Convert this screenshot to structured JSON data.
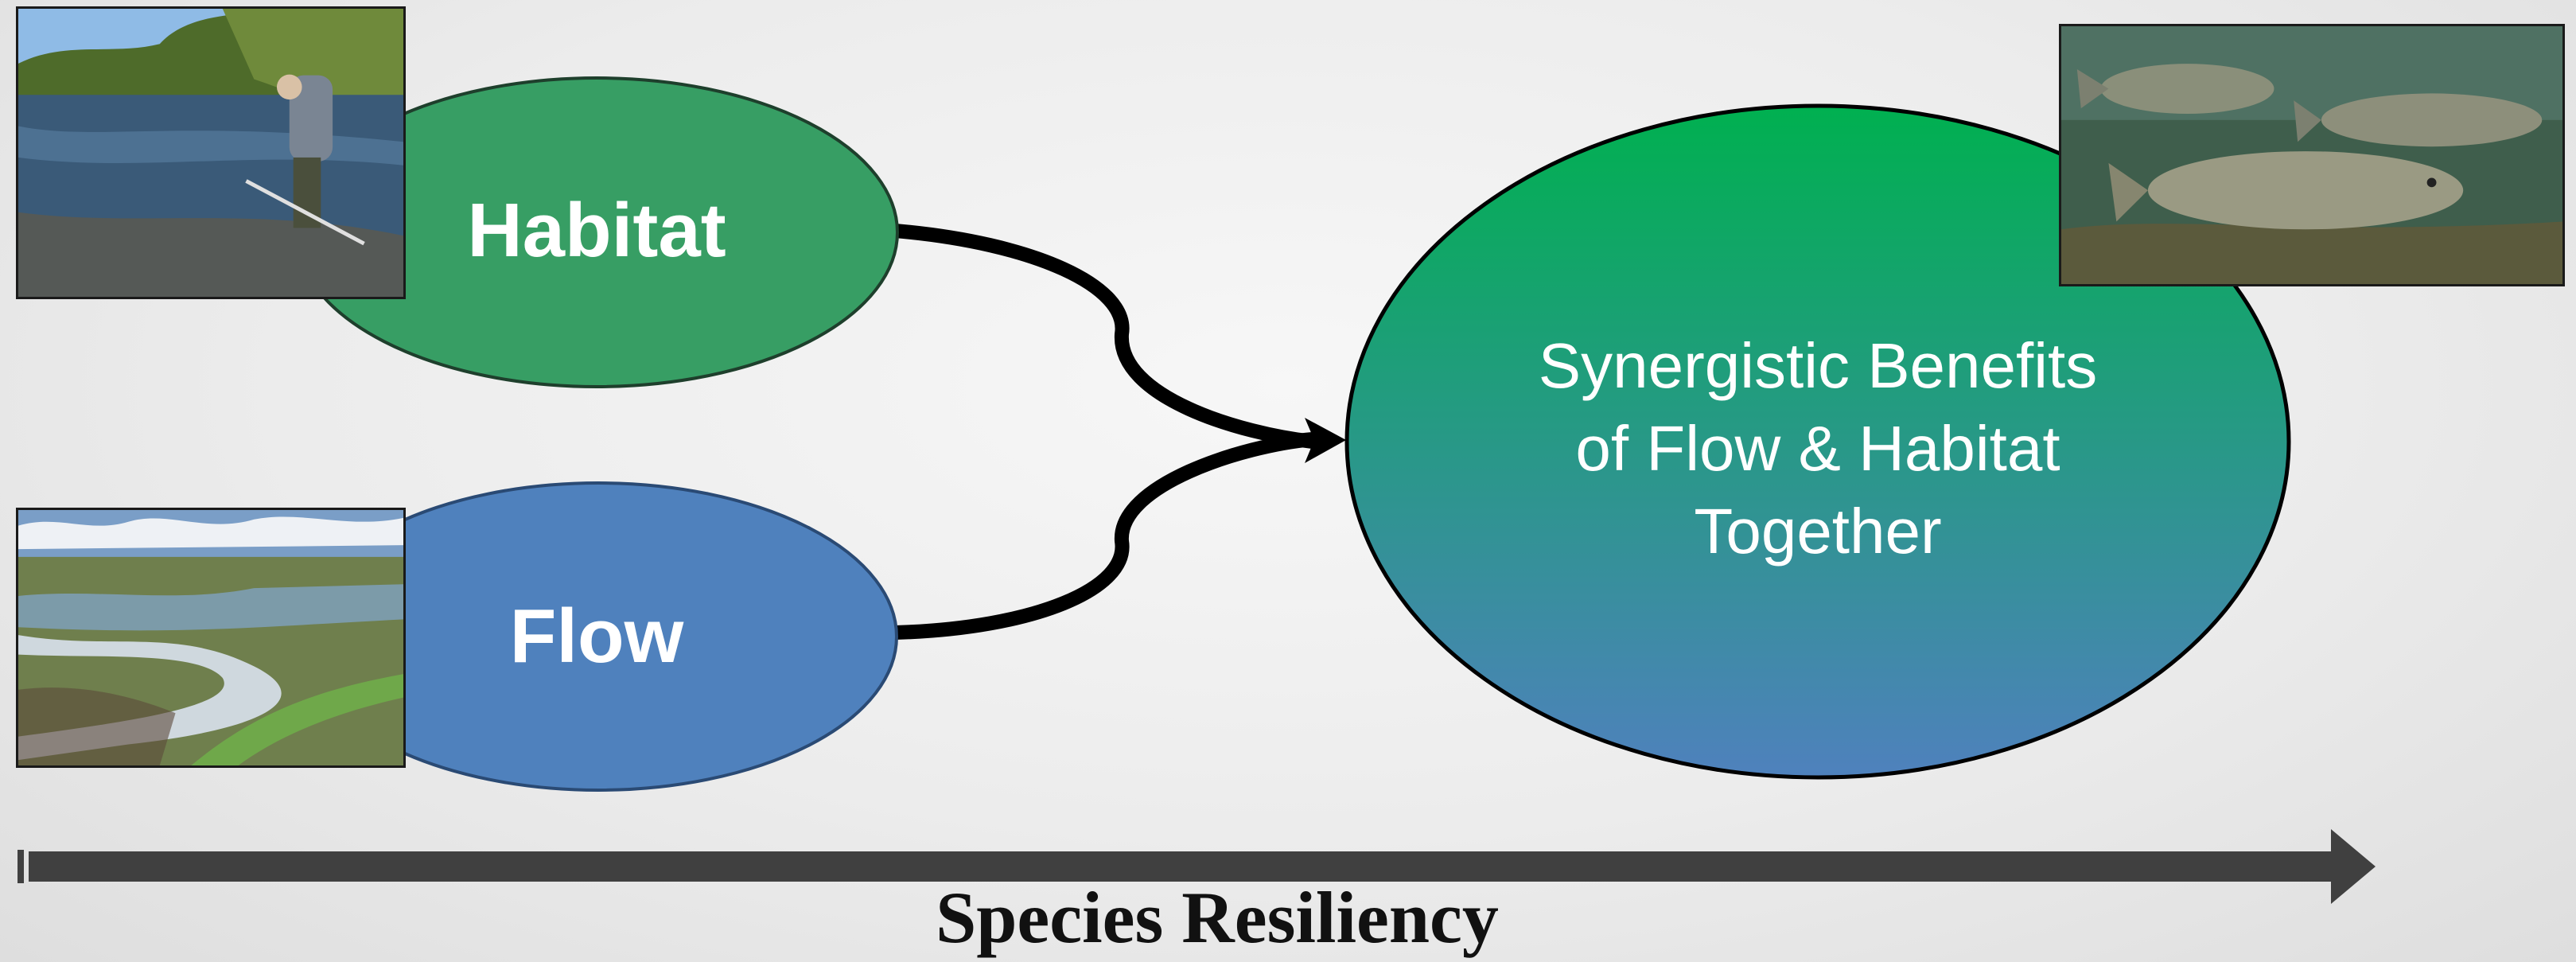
{
  "nodes": {
    "habitat": {
      "label": "Habitat",
      "color": "#379e64"
    },
    "flow": {
      "label": "Flow",
      "color": "#4f81bd"
    },
    "benefits": {
      "lines": [
        "Synergistic Benefits",
        "of Flow & Habitat",
        "Together"
      ],
      "gradient_top": "#00b050",
      "gradient_bottom": "#4f81bd"
    }
  },
  "axis": {
    "label": "Species Resiliency",
    "color": "#404040"
  },
  "photos": {
    "habitat": "person-measuring-stream-photo",
    "flow": "aerial-river-floodplain-photo",
    "fish": "salmon-underwater-photo"
  }
}
